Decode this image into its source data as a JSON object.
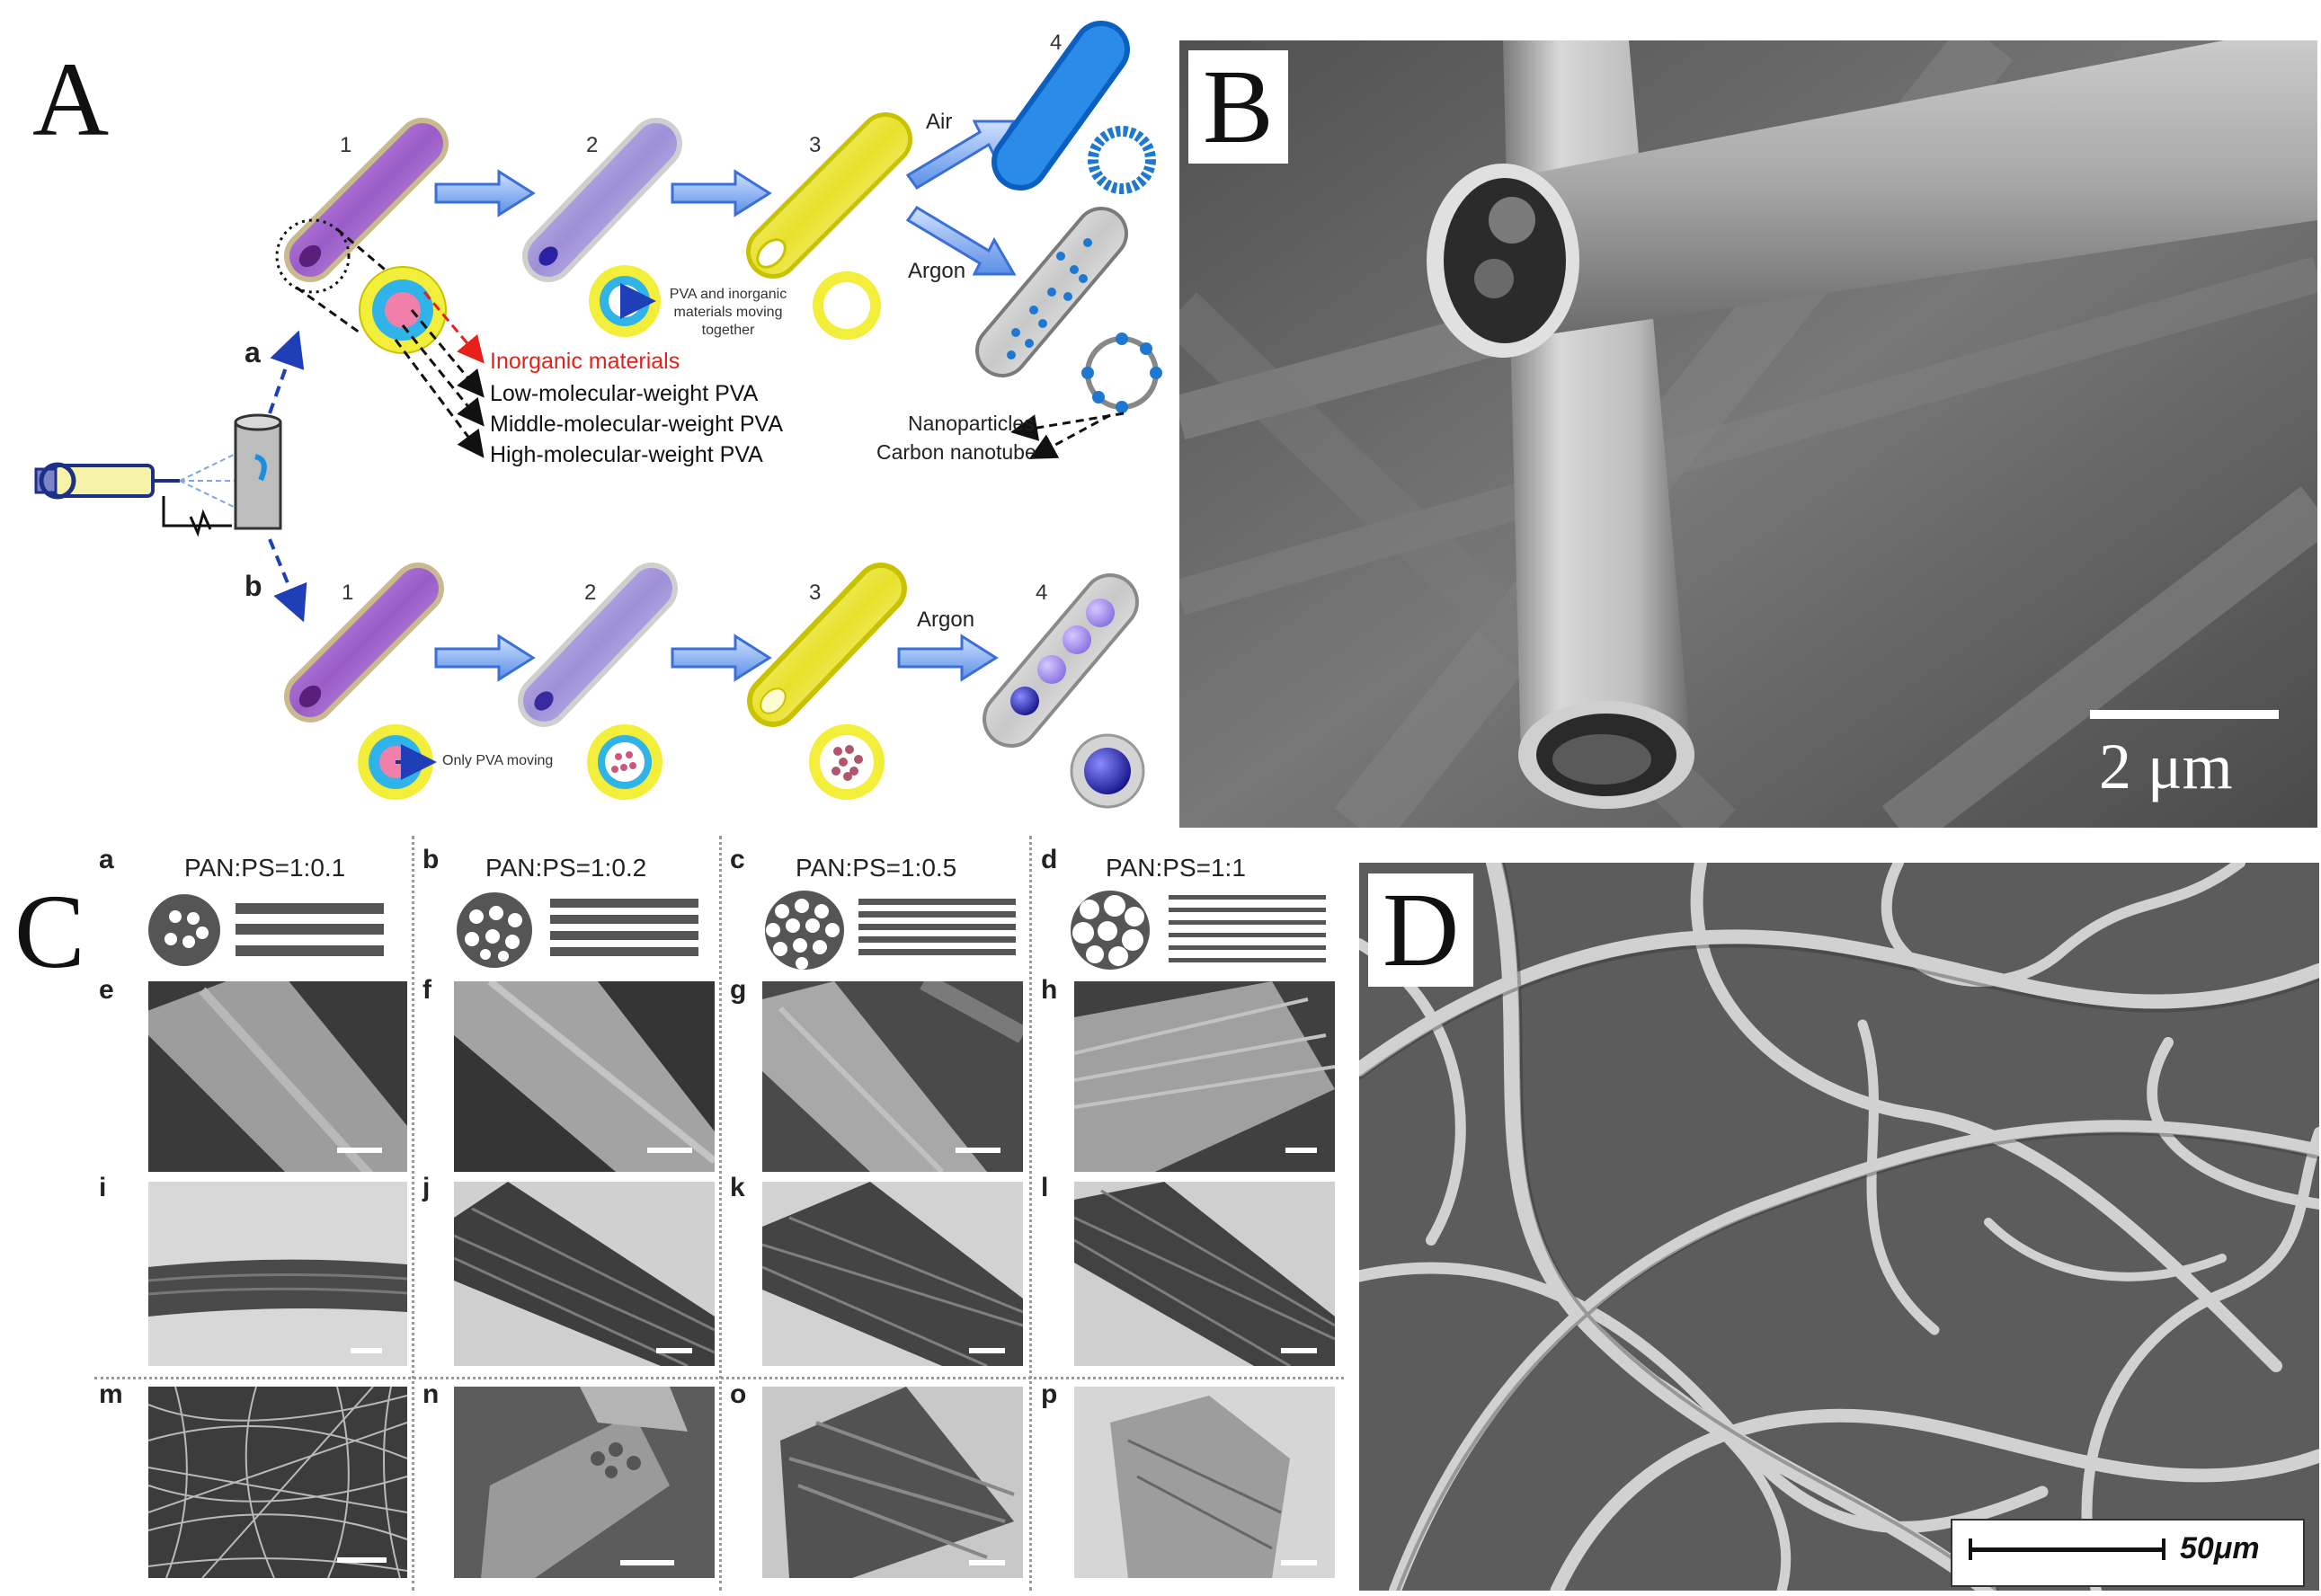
{
  "panels": {
    "A": "A",
    "B": "B",
    "C": "C",
    "D": "D"
  },
  "panel_a": {
    "route_a": "a",
    "route_b": "b",
    "step_numbers": [
      "1",
      "2",
      "3",
      "4"
    ],
    "legend": {
      "inorganic": "Inorganic materials",
      "low": "Low-molecular-weight PVA",
      "middle": "Middle-molecular-weight PVA",
      "high": "High-molecular-weight PVA"
    },
    "pva_moving_note": "PVA and inorganic materials moving together",
    "only_pva_note": "Only PVA moving",
    "air": "Air",
    "argon_top": "Argon",
    "argon_bottom": "Argon",
    "nanoparticles": "Nanoparticles",
    "carbon_nanotube": "Carbon nanotube",
    "colors": {
      "arrow": "#2f6fd6",
      "inorganic_text": "#e8201c",
      "fiber_purple": "#a86ad0",
      "fiber_yellow": "#f2ee3a",
      "fiber_blue": "#1e78d2"
    }
  },
  "panel_b": {
    "scale_label": "2 μm"
  },
  "panel_c": {
    "column_letters": [
      "a",
      "b",
      "c",
      "d"
    ],
    "ratios": [
      "PAN:PS=1:0.1",
      "PAN:PS=1:0.2",
      "PAN:PS=1:0.5",
      "PAN:PS=1:1"
    ],
    "row_letters": [
      [
        "e",
        "f",
        "g",
        "h"
      ],
      [
        "i",
        "j",
        "k",
        "l"
      ],
      [
        "m",
        "n",
        "o",
        "p"
      ]
    ]
  },
  "panel_d": {
    "scale_label": "50μm"
  }
}
